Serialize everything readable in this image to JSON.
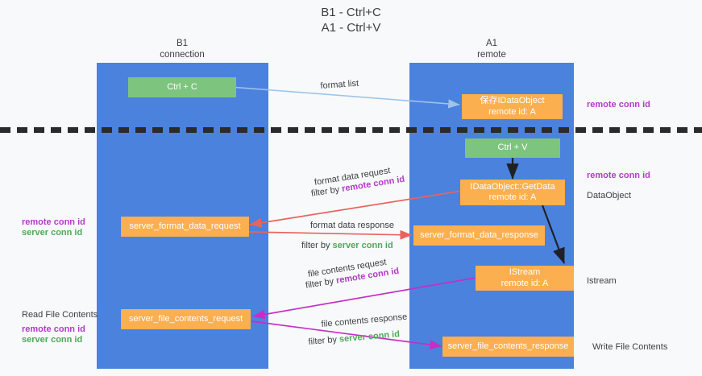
{
  "title": {
    "line1": "B1 - Ctrl+C",
    "line2": "A1 - Ctrl+V"
  },
  "colors": {
    "lane": "#4a82de",
    "node_orange": "#fbaf4e",
    "node_green": "#7dc57f",
    "remote_conn_id": "#b23bc8",
    "server_conn_id": "#4fa85a",
    "arrow_format_list": "#9fc4ea",
    "arrow_format_data": "#e8635f",
    "arrow_file_contents": "#c52fc5",
    "arrow_internal": "#202124",
    "divider": "#2b2b2b",
    "background": "#f8f9fa",
    "text": "#3c4043"
  },
  "lanes": [
    {
      "name": "b1",
      "line1": "B1",
      "line2": "connection"
    },
    {
      "name": "a1",
      "line1": "A1",
      "line2": "remote"
    }
  ],
  "nodes": {
    "ctrl_c": {
      "label": "Ctrl + C",
      "kind": "green"
    },
    "save_idataobject": {
      "line1": "保存IDataObject",
      "line2": "remote id: A",
      "kind": "orange"
    },
    "ctrl_v": {
      "label": "Ctrl + V",
      "kind": "green"
    },
    "getdata": {
      "line1": "IDataObject::GetData",
      "line2": "remote id: A",
      "kind": "orange"
    },
    "server_format_data_request": {
      "label": "server_format_data_request",
      "kind": "orange"
    },
    "server_format_data_response": {
      "label": "server_format_data_response",
      "kind": "orange"
    },
    "istream": {
      "line1": "IStream",
      "line2": "remote id: A",
      "kind": "orange"
    },
    "server_file_contents_request": {
      "label": "server_file_contents_request",
      "kind": "orange"
    },
    "server_file_contents_response": {
      "label": "server_file_contents_response",
      "kind": "orange"
    }
  },
  "edge_labels": {
    "format_list": "format list",
    "format_data_request": "format data request",
    "format_data_request_filter_prefix": "filter by ",
    "format_data_request_filter_key": "remote conn id",
    "format_data_response": "format data response",
    "format_data_response_filter_prefix": "filter by ",
    "format_data_response_filter_key": "server conn id",
    "file_contents_request": "file contents request",
    "file_contents_request_filter_prefix": "filter by ",
    "file_contents_request_filter_key": "remote conn id",
    "file_contents_response": "file contents response",
    "file_contents_response_filter_prefix": "filter by ",
    "file_contents_response_filter_key": "server conn id"
  },
  "annotations": {
    "left": {
      "format_remote": "remote conn id",
      "format_server": "server conn id",
      "read_file_contents": "Read File Contents",
      "file_remote": "remote conn id",
      "file_server": "server conn id"
    },
    "right": {
      "top_remote_conn_id": "remote conn id",
      "mid_remote_conn_id": "remote conn id",
      "dataobject": "DataObject",
      "istream": "Istream",
      "write_file_contents": "Write File Contents"
    }
  }
}
